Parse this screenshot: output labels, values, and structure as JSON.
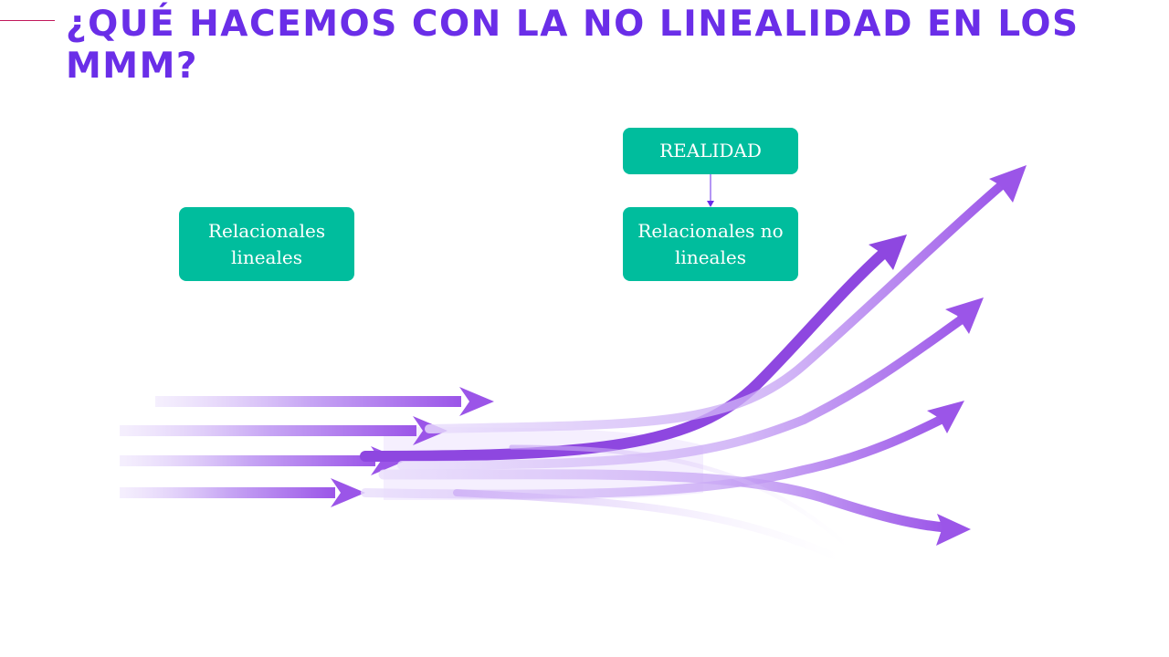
{
  "slide": {
    "title": "¿QUÉ HACEMOS CON LA NO LINEALIDAD EN LOS MMM?"
  },
  "boxes": {
    "linear": "Relacionales lineales",
    "reality": "REALIDAD",
    "nonlinear": "Relacionales no lineales"
  },
  "colors": {
    "title": "#6a2ee8",
    "box_fill": "#00bd9d",
    "arrow_purple": "#9b55e8",
    "arrow_light": "#d9c4f7",
    "connector": "#6a2ee8"
  }
}
